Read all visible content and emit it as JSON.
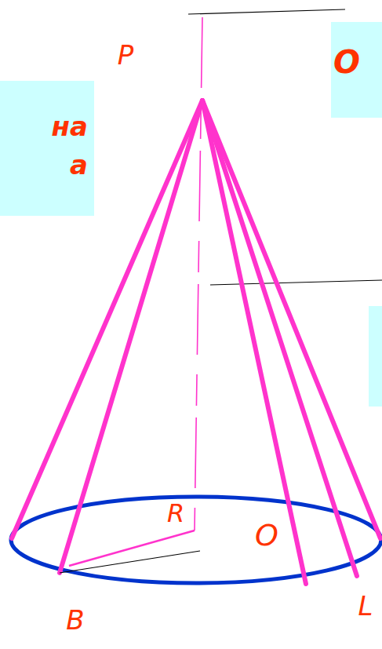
{
  "diagram": {
    "nodes": [
      {
        "text": [
          "на а"
        ]
      },
      {
        "text": [
          "О"
        ]
      }
    ],
    "labels": [
      "P",
      "R",
      "O",
      "B",
      "L"
    ]
  }
}
